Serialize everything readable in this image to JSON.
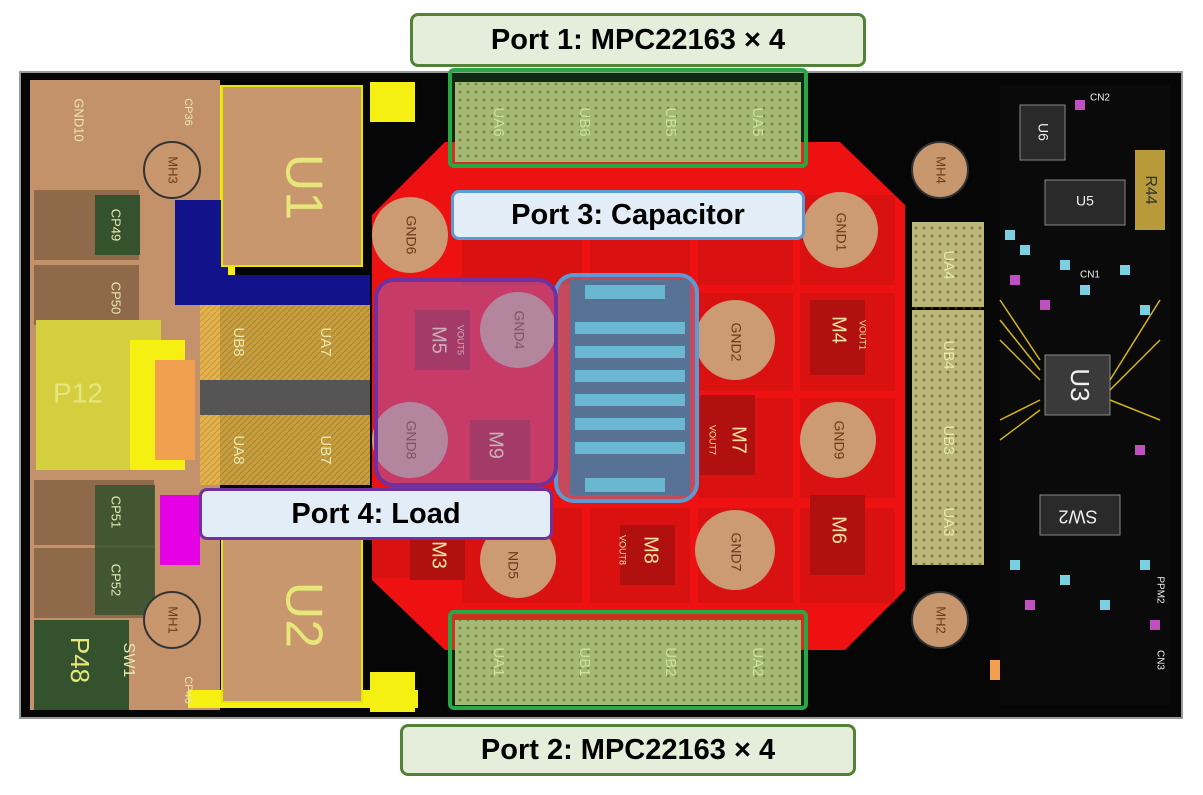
{
  "labels": {
    "port1": "Port 1: MPC22163 × 4",
    "port2": "Port 2: MPC22163 × 4",
    "port3": "Port 3: Capacitor",
    "port4": "Port 4: Load"
  },
  "big_components": {
    "u1": "U1",
    "u2": "U2",
    "u3": "U3",
    "p12": "P12",
    "p48": "P48"
  },
  "ic_slots": {
    "top": [
      "UA6",
      "UB6",
      "UB5",
      "UA5"
    ],
    "bottom": [
      "UA1",
      "UB1",
      "UB2",
      "UA2"
    ],
    "right": [
      "UA4",
      "UB4",
      "UB3",
      "UA3"
    ],
    "left": [
      "UB8",
      "UA7",
      "UA8",
      "UB7"
    ]
  },
  "gnd_pads": {
    "gnd1": "GND1",
    "gnd2": "GND2",
    "gnd4": "GND4",
    "gnd5": "ND5",
    "gnd6": "GND6",
    "gnd7": "GND7",
    "gnd8": "GND8",
    "gnd9": "GND9",
    "gnd10": "GND10"
  },
  "mosfets": {
    "m3": "M3",
    "m4": "M4",
    "m5": "M5",
    "m6": "M6",
    "m7": "M7",
    "m8": "M8",
    "m9": "M9"
  },
  "mounting_holes": [
    "MH3",
    "MH4",
    "MH1",
    "MH2"
  ],
  "small_labels": {
    "cp49": "CP49",
    "cp50": "CP50",
    "cp51": "CP51",
    "cp52": "CP52",
    "cp36": "CP36",
    "cp46": "CP46",
    "sw1": "SW1",
    "sw2": "SW2",
    "u5": "U5",
    "u6": "U6",
    "r44": "R44",
    "cn1": "CN1",
    "cn2": "CN2",
    "cn3": "CN3",
    "ppm2": "PPM2",
    "vout8": "VOUT8",
    "vout1": "VOUT1",
    "vout7": "VOUT7",
    "vout5": "VOUT5"
  },
  "colors": {
    "copper_red": "#ee1111",
    "board_black": "#060606",
    "pad_tan": "#c4926a",
    "yellow_pour": "#f5f011",
    "green_pour": "#35522f",
    "port1_2_border": "#28a745",
    "port3_border": "#5b9bd5",
    "port4_border": "#7030a0"
  }
}
